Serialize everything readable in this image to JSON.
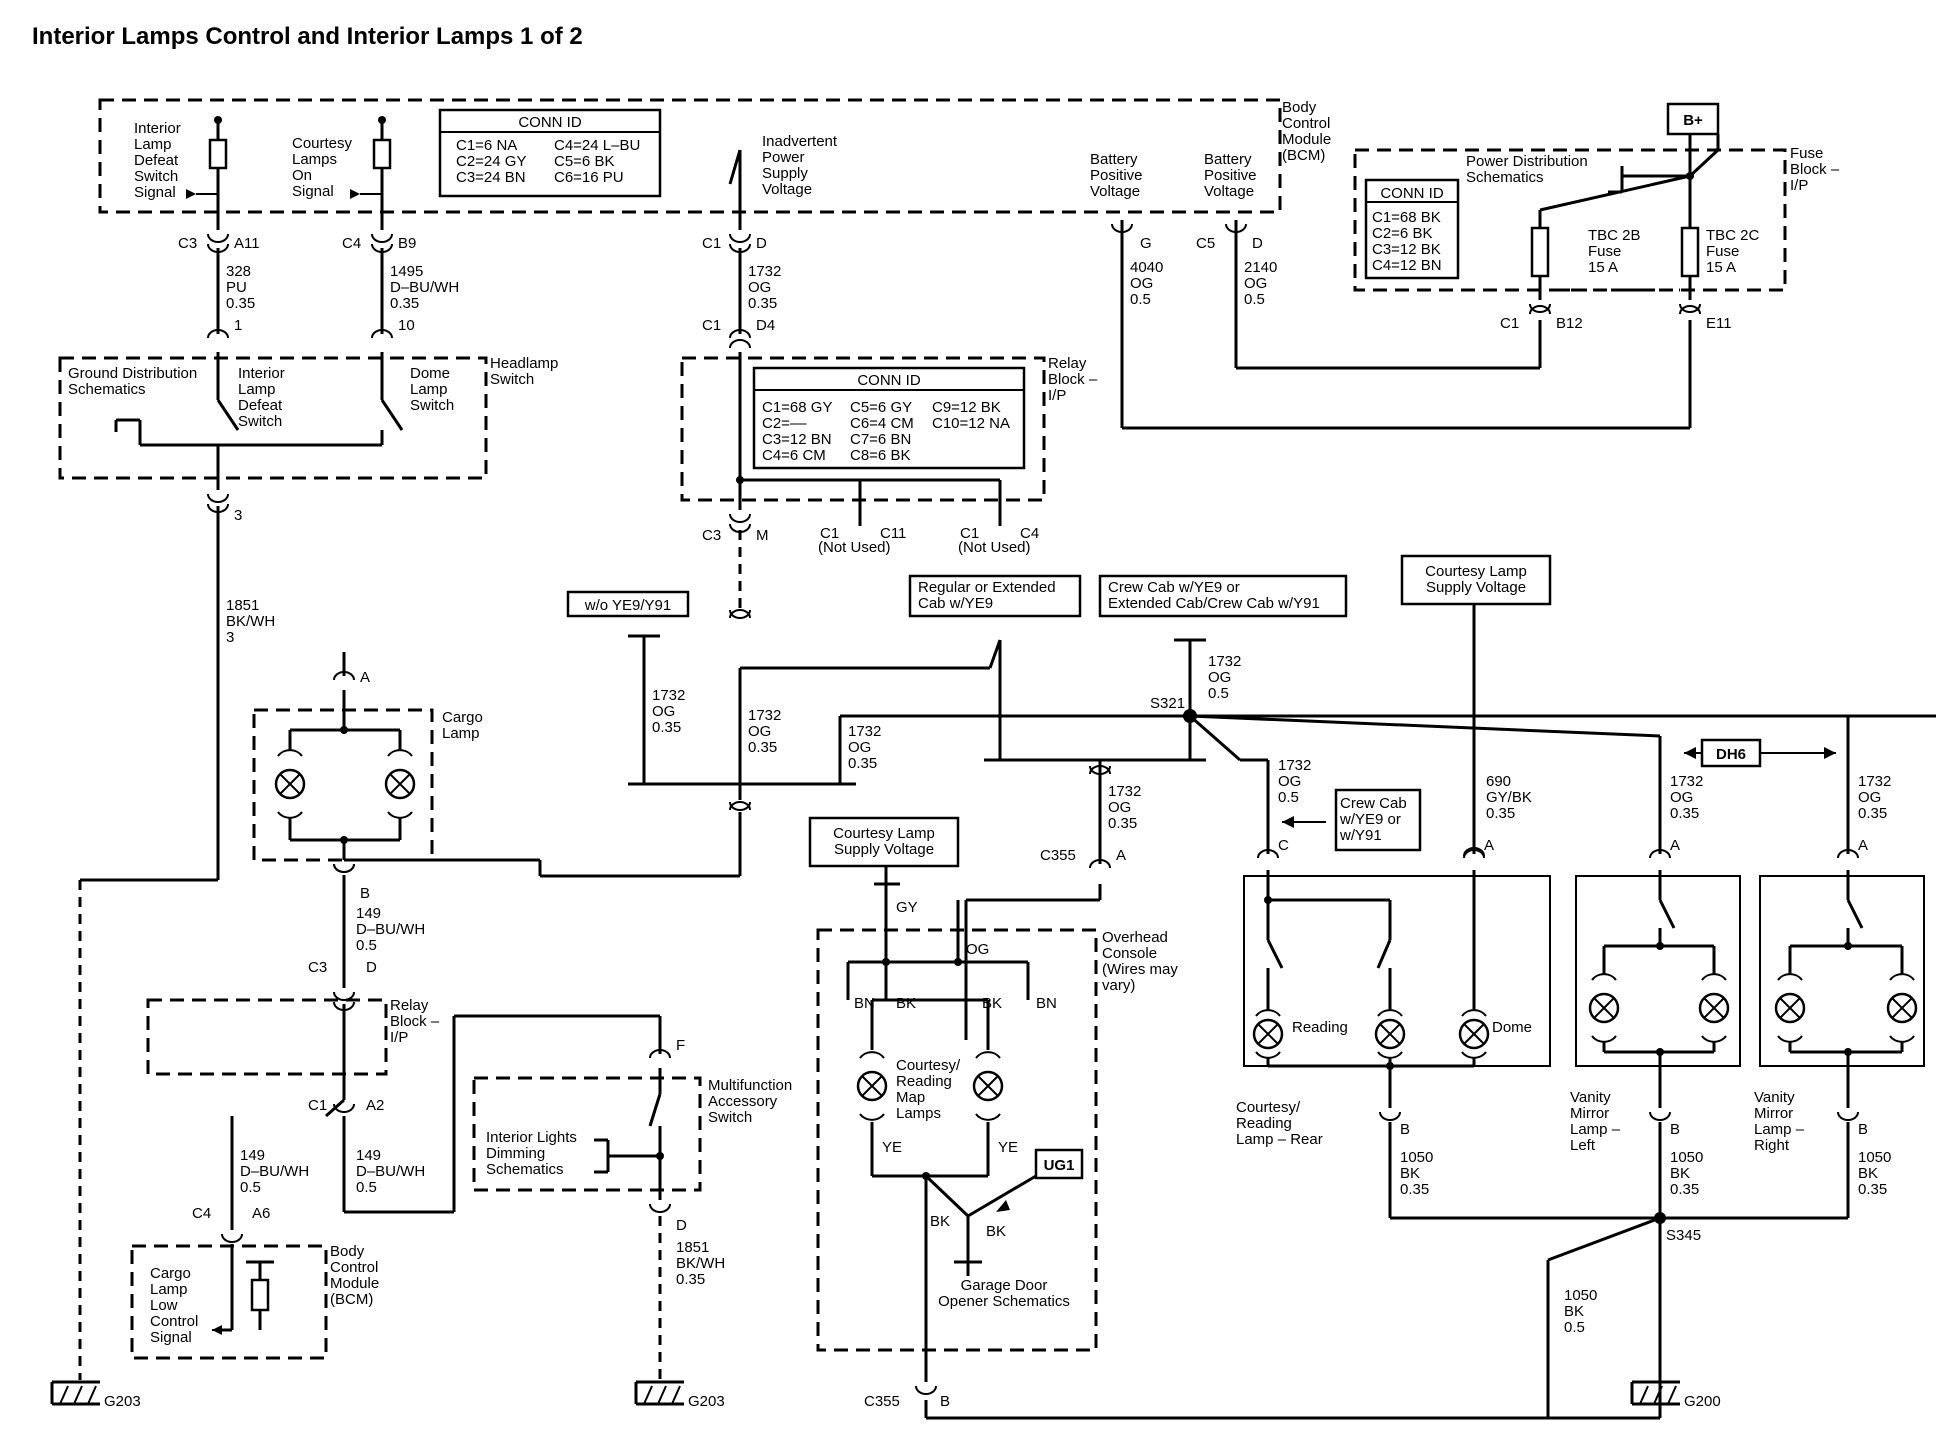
{
  "title": "Interior Lamps Control and Interior Lamps 1 of 2",
  "labels": {
    "interior_lamp_defeat_signal": [
      "Interior",
      "Lamp",
      "Defeat",
      "Switch",
      "Signal"
    ],
    "courtesy_lamps_on_signal": [
      "Courtesy",
      "Lamps",
      "On",
      "Signal"
    ],
    "inadvertent_power": [
      "Inadvertent",
      "Power",
      "Supply",
      "Voltage"
    ],
    "battery_positive_1": [
      "Battery",
      "Positive",
      "Voltage"
    ],
    "battery_positive_2": [
      "Battery",
      "Positive",
      "Voltage"
    ],
    "bcm_top": [
      "Body",
      "Control",
      "Module",
      "(BCM)"
    ],
    "power_distribution": [
      "Power Distribution",
      "Schematics"
    ],
    "fuse_block": [
      "Fuse",
      "Block –",
      "I/P"
    ],
    "b_plus": "B+",
    "tbc_2b": [
      "TBC 2B",
      "Fuse",
      "15 A"
    ],
    "tbc_2c": [
      "TBC 2C",
      "Fuse",
      "15 A"
    ],
    "ground_distribution": [
      "Ground Distribution",
      "Schematics"
    ],
    "interior_lamp_defeat_switch": [
      "Interior",
      "Lamp",
      "Defeat",
      "Switch"
    ],
    "dome_lamp_switch": [
      "Dome",
      "Lamp",
      "Switch"
    ],
    "headlamp_switch": [
      "Headlamp",
      "Switch"
    ],
    "relay_block_top": [
      "Relay",
      "Block –",
      "I/P"
    ],
    "not_used_1": "(Not Used)",
    "not_used_2": "(Not Used)",
    "wo_ye9": "w/o YE9/Y91",
    "regular_cab": [
      "Regular or Extended",
      "Cab w/YE9"
    ],
    "crew_cab": [
      "Crew Cab w/YE9 or",
      "Extended Cab/Crew Cab w/Y91"
    ],
    "courtesy_supply_right": [
      "Courtesy Lamp",
      "Supply Voltage"
    ],
    "courtesy_supply_mid": [
      "Courtesy Lamp",
      "Supply Voltage"
    ],
    "cargo_lamp": [
      "Cargo",
      "Lamp"
    ],
    "relay_block_bottom": [
      "Relay",
      "Block –",
      "I/P"
    ],
    "multifunction_switch": [
      "Multifunction",
      "Accessory",
      "Switch"
    ],
    "interior_lights_dimming": [
      "Interior Lights",
      "Dimming",
      "Schematics"
    ],
    "bcm_bottom": [
      "Body",
      "Control",
      "Module",
      "(BCM)"
    ],
    "cargo_lamp_low": [
      "Cargo",
      "Lamp",
      "Low",
      "Control",
      "Signal"
    ],
    "overhead_console": [
      "Overhead",
      "Console",
      "(Wires may",
      "vary)"
    ],
    "courtesy_reading_map": [
      "Courtesy/",
      "Reading",
      "Map",
      "Lamps"
    ],
    "garage_door": [
      "Garage Door",
      "Opener Schematics"
    ],
    "ug1": "UG1",
    "crew_cab_note": [
      "Crew Cab",
      "w/YE9 or",
      "w/Y91"
    ],
    "dh6": "DH6",
    "reading": "Reading",
    "dome": "Dome",
    "courtesy_rear": [
      "Courtesy/",
      "Reading",
      "Lamp – Rear"
    ],
    "vanity_left": [
      "Vanity",
      "Mirror",
      "Lamp –",
      "Left"
    ],
    "vanity_right": [
      "Vanity",
      "Mirror",
      "Lamp –",
      "Right"
    ],
    "s321": "S321",
    "s345": "S345",
    "g203a": "G203",
    "g203b": "G203",
    "g200": "G200"
  },
  "conn_id_bcm": {
    "title": "CONN ID",
    "rows": [
      [
        "C1=6 NA",
        "C4=24 L–BU"
      ],
      [
        "C2=24 GY",
        "C5=6 BK"
      ],
      [
        "C3=24 BN",
        "C6=16 PU"
      ]
    ]
  },
  "conn_id_relay": {
    "title": "CONN ID",
    "rows": [
      [
        "C1=68 GY",
        "C5=6 GY",
        "C9=12 BK"
      ],
      [
        "C2=––",
        "C6=4 CM",
        "C10=12 NA"
      ],
      [
        "C3=12 BN",
        "C7=6 BN",
        ""
      ],
      [
        "C4=6 CM",
        "C8=6 BK",
        ""
      ]
    ]
  },
  "conn_id_fuse": {
    "title": "CONN ID",
    "rows": [
      "C1=68 BK",
      "C2=6 BK",
      "C3=12 BK",
      "C4=12 BN"
    ]
  },
  "connectors": {
    "c3_a11": [
      "C3",
      "A11"
    ],
    "c4_b9": [
      "C4",
      "B9"
    ],
    "c1_d": [
      "C1",
      "D"
    ],
    "g": "G",
    "c5_d": [
      "C5",
      "D"
    ],
    "c1_b12": [
      "C1",
      "B12"
    ],
    "e11": "E11",
    "pin1": "1",
    "pin10": "10",
    "pin3": "3",
    "c1_d4": [
      "C1",
      "D4"
    ],
    "c3_m": [
      "C3",
      "M"
    ],
    "c1_c11": [
      "C1",
      "C11"
    ],
    "c1_c4": [
      "C1",
      "C4"
    ],
    "a_cargo": "A",
    "b_cargo": "B",
    "c3_d": [
      "C3",
      "D"
    ],
    "c1_a2": [
      "C1",
      "A2"
    ],
    "c4_a6": [
      "C4",
      "A6"
    ],
    "f": "F",
    "d_mf": "D",
    "c355_a": [
      "C355",
      "A"
    ],
    "c355_b": [
      "C355",
      "B"
    ],
    "c_rear": "C",
    "a_rear": "A",
    "b_rear": "B",
    "a_vl": "A",
    "b_vl": "B",
    "a_vr": "A",
    "b_vr": "B"
  },
  "wires": {
    "w328": [
      "328",
      "PU",
      "0.35"
    ],
    "w1495": [
      "1495",
      "D–BU/WH",
      "0.35"
    ],
    "w1732a": [
      "1732",
      "OG",
      "0.35"
    ],
    "w4040": [
      "4040",
      "OG",
      "0.5"
    ],
    "w2140": [
      "2140",
      "OG",
      "0.5"
    ],
    "w1851a": [
      "1851",
      "BK/WH",
      "3"
    ],
    "w1732b": [
      "1732",
      "OG",
      "0.35"
    ],
    "w1732c": [
      "1732",
      "OG",
      "0.35"
    ],
    "w1732d": [
      "1732",
      "OG",
      "0.35"
    ],
    "w1732e": [
      "1732",
      "OG",
      "0.5"
    ],
    "w1732f": [
      "1732",
      "OG",
      "0.35"
    ],
    "w1732g": [
      "1732",
      "OG",
      "0.5"
    ],
    "w690": [
      "690",
      "GY/BK",
      "0.35"
    ],
    "w1732h": [
      "1732",
      "OG",
      "0.35"
    ],
    "w1732i": [
      "1732",
      "OG",
      "0.35"
    ],
    "w149a": [
      "149",
      "D–BU/WH",
      "0.5"
    ],
    "w149b": [
      "149",
      "D–BU/WH",
      "0.5"
    ],
    "w149c": [
      "149",
      "D–BU/WH",
      "0.5"
    ],
    "w1851b": [
      "1851",
      "BK/WH",
      "0.35"
    ],
    "w1050a": [
      "1050",
      "BK",
      "0.35"
    ],
    "w1050b": [
      "1050",
      "BK",
      "0.35"
    ],
    "w1050c": [
      "1050",
      "BK",
      "0.35"
    ],
    "w1050d": [
      "1050",
      "BK",
      "0.5"
    ],
    "gy": "GY",
    "og": "OG",
    "bn1": "BN",
    "bk1": "BK",
    "bk2": "BK",
    "bn2": "BN",
    "ye1": "YE",
    "ye2": "YE",
    "bk3": "BK",
    "bk4": "BK"
  }
}
